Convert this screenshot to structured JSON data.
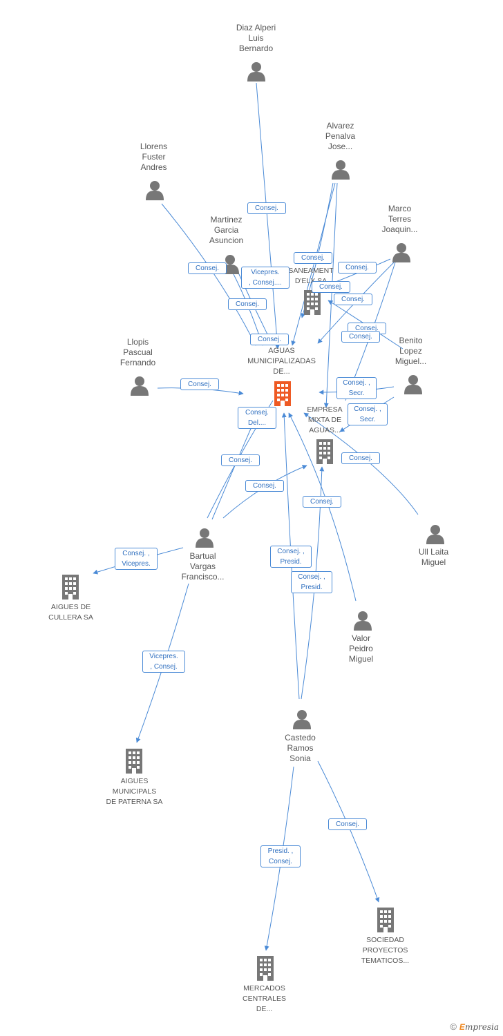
{
  "colors": {
    "edge": "#4a8ad6",
    "person": "#777777",
    "company": "#777777",
    "focus_company": "#ee5a24"
  },
  "nodes": {
    "diaz_alperi": {
      "label": "Diaz Alperi\nLuis\nBernardo",
      "icon": "person-icon"
    },
    "alvarez_penalva": {
      "label": "Alvarez\nPenalva\nJose...",
      "icon": "person-icon"
    },
    "llorens_fuster": {
      "label": "Llorens\nFuster\nAndres",
      "icon": "person-icon"
    },
    "martinez_garcia": {
      "label": "Martinez\nGarcia\nAsuncion",
      "icon": "person-icon"
    },
    "marco_terres": {
      "label": "Marco\nTerres\nJoaquin...",
      "icon": "person-icon"
    },
    "llopis_pascual": {
      "label": "Llopis\nPascual\nFernando",
      "icon": "person-icon"
    },
    "benito_lopez": {
      "label": "Benito\nLopez\nMiguel...",
      "icon": "person-icon"
    },
    "ull_laita": {
      "label": "Ull Laita\nMiguel",
      "icon": "person-icon"
    },
    "bartual_vargas": {
      "label": "Bartual\nVargas\nFrancisco...",
      "icon": "person-icon"
    },
    "valor_peidro": {
      "label": "Valor\nPeidro\nMiguel",
      "icon": "person-icon"
    },
    "castedo_ramos": {
      "label": "Castedo\nRamos\nSonia",
      "icon": "person-icon"
    },
    "aguas_municipalizadas": {
      "label": "AGUAS\nMUNICIPALIZADAS\nDE...",
      "icon": "building-icon"
    },
    "saneamiento_elx": {
      "label": "SANEAMENT\nD'ELX SA",
      "icon": "building-icon"
    },
    "empresa_mixta": {
      "label": "EMPRESA\nMIXTA DE\nAGUAS...",
      "icon": "building-icon"
    },
    "aigues_cullera": {
      "label": "AIGUES DE\nCULLERA SA",
      "icon": "building-icon"
    },
    "aigues_paterna": {
      "label": "AIGUES\nMUNICIPALS\nDE PATERNA SA",
      "icon": "building-icon"
    },
    "mercados_centrales": {
      "label": "MERCADOS\nCENTRALES\nDE...",
      "icon": "building-icon"
    },
    "sociedad_proyectos": {
      "label": "SOCIEDAD\nPROYECTOS\nTEMATICOS...",
      "icon": "building-icon"
    }
  },
  "edge_labels": {
    "diaz_consej": "Consej.",
    "llorens_consej": "Consej.",
    "martinez_vicepres": "Vicepres.\n, Consej....",
    "martinez_consej": "Consej.",
    "alvarez_consej_a": "Consej.",
    "alvarez_consej_b": "Consej.",
    "alvarez_consej_c": "Consej.",
    "marco_consej_a": "Consej.",
    "marco_consej_b": "Consej.",
    "benito_consej_a": "Consej.",
    "benito_consej_b": "Consej.",
    "center_consej": "Consej.",
    "llopis_consej": "Consej.",
    "benito_consej_secr_a": "Consej. ,\nSecr.",
    "benito_consej_secr_b": "Consej. ,\nSecr.",
    "bartual_consej_del": "Consej.\nDel....",
    "bartual_consej_a": "Consej.",
    "bartual_consej_b": "Consej.",
    "ull_consej": "Consej.",
    "valor_consej": "Consej.",
    "bartual_cullera": "Consej. ,\nVicepres.",
    "castedo_presid_a": "Consej. ,\nPresid.",
    "castedo_presid_b": "Consej. ,\nPresid.",
    "bartual_paterna": "Vicepres.\n, Consej.",
    "castedo_mercados": "Presid. ,\nConsej.",
    "castedo_sociedad": "Consej."
  },
  "brand": {
    "symbol": "©",
    "first": "E",
    "rest": "mpresia"
  }
}
